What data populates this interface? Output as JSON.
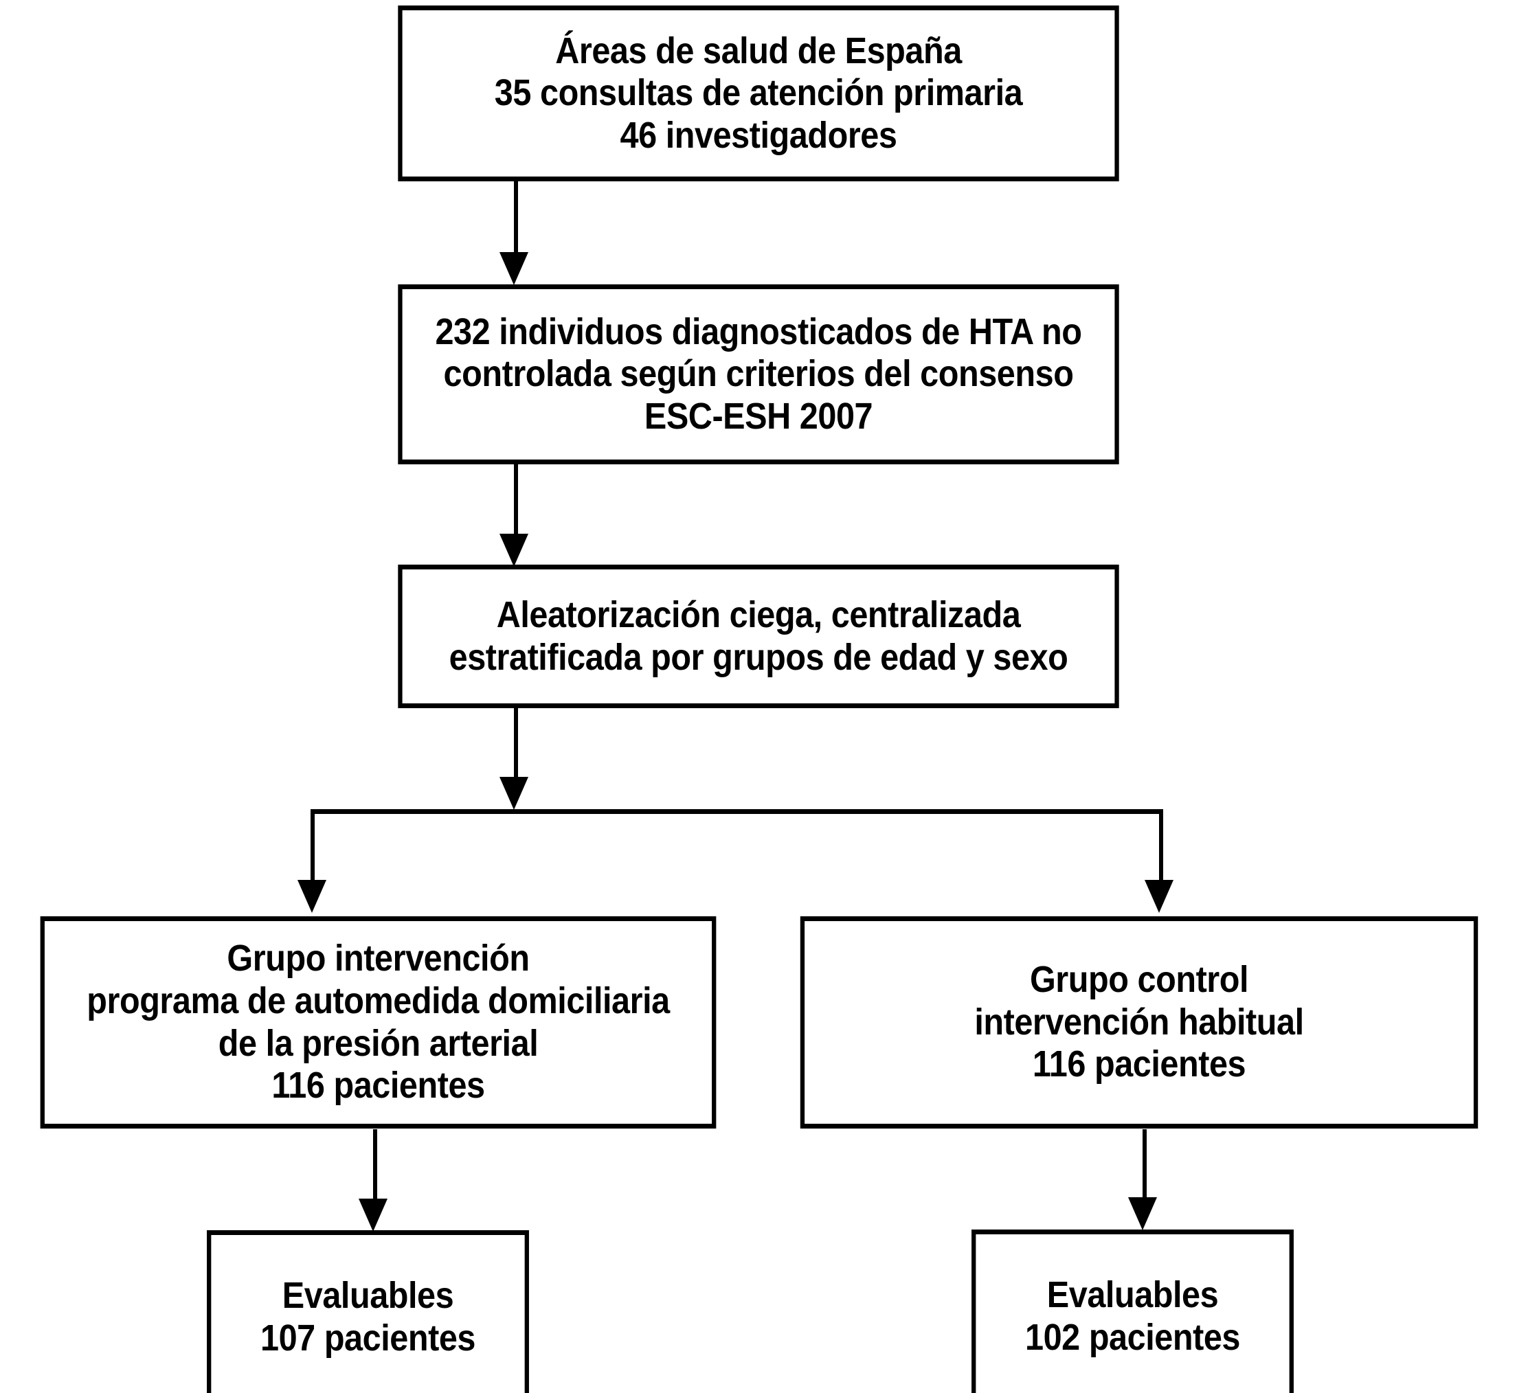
{
  "diagram": {
    "type": "flowchart",
    "orientation": "top-to-bottom",
    "language": "es",
    "colors": {
      "background": "#ffffff",
      "border": "#000000",
      "text": "#000000"
    },
    "nodes": [
      {
        "id": "sites",
        "name": "study-sites-box",
        "lines": [
          "Áreas de salud de España",
          "35 consultas de atención primaria",
          "46 investigadores"
        ]
      },
      {
        "id": "diagnosed",
        "name": "enrolled-individuals-box",
        "lines": [
          "232 individuos diagnosticados de HTA no",
          "controlada según criterios del consenso",
          "ESC-ESH 2007"
        ]
      },
      {
        "id": "randomization",
        "name": "randomization-box",
        "lines": [
          "Aleatorización ciega, centralizada",
          "estratificada por grupos de edad y sexo"
        ]
      },
      {
        "id": "intervention",
        "name": "intervention-group-box",
        "lines": [
          "Grupo intervención",
          "programa de automedida domiciliaria",
          "de la presión arterial",
          "116 pacientes"
        ]
      },
      {
        "id": "control",
        "name": "control-group-box",
        "lines": [
          "Grupo control",
          "intervención habitual",
          "116 pacientes"
        ]
      },
      {
        "id": "evaluable_intervention",
        "name": "evaluable-intervention-box",
        "lines": [
          "Evaluables",
          "107 pacientes"
        ]
      },
      {
        "id": "evaluable_control",
        "name": "evaluable-control-box",
        "lines": [
          "Evaluables",
          "102 pacientes"
        ]
      }
    ],
    "edges": [
      {
        "from": "sites",
        "to": "diagnosed",
        "arrow": "down"
      },
      {
        "from": "diagnosed",
        "to": "randomization",
        "arrow": "down"
      },
      {
        "from": "randomization",
        "to": "intervention",
        "arrow": "down-left-branch"
      },
      {
        "from": "randomization",
        "to": "control",
        "arrow": "down-right-branch"
      },
      {
        "from": "intervention",
        "to": "evaluable_intervention",
        "arrow": "down"
      },
      {
        "from": "control",
        "to": "evaluable_control",
        "arrow": "down"
      }
    ]
  }
}
